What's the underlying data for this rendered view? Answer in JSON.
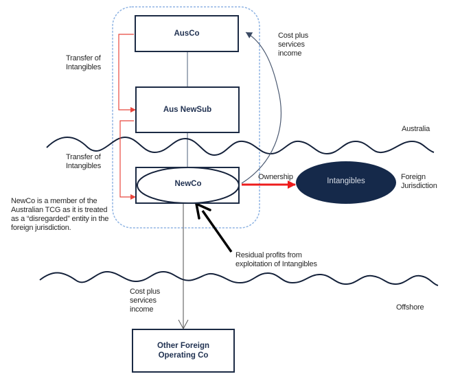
{
  "diagram": {
    "entities": {
      "ausco": "AusCo",
      "aus_newsub": "Aus NewSub",
      "newco": "NewCo",
      "intangibles": "Intangibles",
      "other_foreign": "Other Foreign Operating Co"
    },
    "labels": {
      "transfer_1": "Transfer of Intangibles",
      "transfer_2": "Transfer of Intangibles",
      "cost_plus_top": "Cost plus services income",
      "cost_plus_bottom": "Cost plus services income",
      "ownership": "Ownership",
      "residual": "Residual profits from exploitation of Intangibles",
      "newco_note": "NewCo is a member of the Australian TCG as it is treated as a “disregarded” entity in the foreign jurisdiction.",
      "region_australia": "Australia",
      "region_foreign": "Foreign Jurisdiction",
      "region_offshore": "Offshore"
    },
    "colors": {
      "box_border": "#1b2a44",
      "intangibles_fill": "#15294a",
      "transfer_arrow": "#e8463c",
      "ownership_arrow": "#ee1c1c",
      "group_border": "#8fb4e3"
    }
  }
}
